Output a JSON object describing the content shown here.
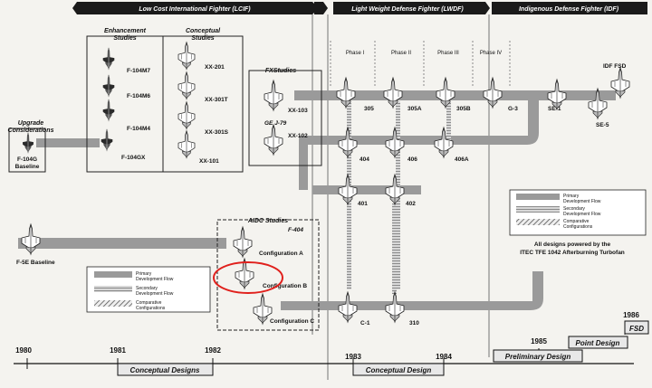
{
  "headers": {
    "lcif": "Low Cost International Fighter (LCIF)",
    "lwdf": "Light Weight Defense Fighter (LWDF)",
    "idf": "Indigenous Defense Fighter (IDF)"
  },
  "sections": {
    "enhancement": [
      "Enhancement",
      "Studies"
    ],
    "conceptual": [
      "Conceptual",
      "Studies"
    ],
    "upgrade": [
      "Upgrade",
      "Considerations"
    ],
    "fx": "FXStudies",
    "aidc": "AIDC Studies"
  },
  "phases": [
    "Phase I",
    "Phase II",
    "Phase III",
    "Phase IV"
  ],
  "aircraft": {
    "f104m7": "F-104M7",
    "f104m6": "F-104M6",
    "f104m4": "F-104M4",
    "f104gx": "F-104GX",
    "xx201": "XX-201",
    "xx301t": "XX-301T",
    "xx301s": "XX-301S",
    "xx101": "XX-101",
    "xx103": "XX-103",
    "xx102": "XX-102",
    "ge": "GE J-79",
    "f104g": [
      "F-104G",
      "Baseline"
    ],
    "f5e": "F-5E Baseline",
    "f404": "F-404",
    "confA": "Configuration A",
    "confB": "Configuration B",
    "confC": "Configuration C",
    "p305": "305",
    "p305a": "305A",
    "p305b": "305B",
    "g3": "G-3",
    "se1": "SE-1",
    "se5": "SE-5",
    "idffsd": "IDF FSD",
    "p404": "404",
    "p406": "406",
    "p406a": "406A",
    "p401": "401",
    "p402": "402",
    "c1": "C-1",
    "p310": "310"
  },
  "legend_left": [
    "Primary",
    "Development Flow",
    "Secondary",
    "Development Flow",
    "Comparative",
    "Configurations"
  ],
  "legend_right": [
    "Primary",
    "Development Flow",
    "Secondary",
    "Development Flow",
    "Comparative",
    "Configurations"
  ],
  "powered_note": [
    "All designs powered by the",
    "ITEC TFE 1042 Afterburning Turbofan"
  ],
  "timeline": {
    "years": [
      "1980",
      "1981",
      "1982",
      "1983",
      "1984",
      "1985",
      "1986"
    ],
    "bars": [
      "Conceptual Designs",
      "Conceptual Design",
      "Preliminary Design",
      "Point Design",
      "FSD"
    ]
  },
  "colors": {
    "header_bg": "#1a1a1a",
    "flow": "#9a9a9a",
    "highlight": "#e0201c",
    "paper": "#f4f3ef"
  }
}
